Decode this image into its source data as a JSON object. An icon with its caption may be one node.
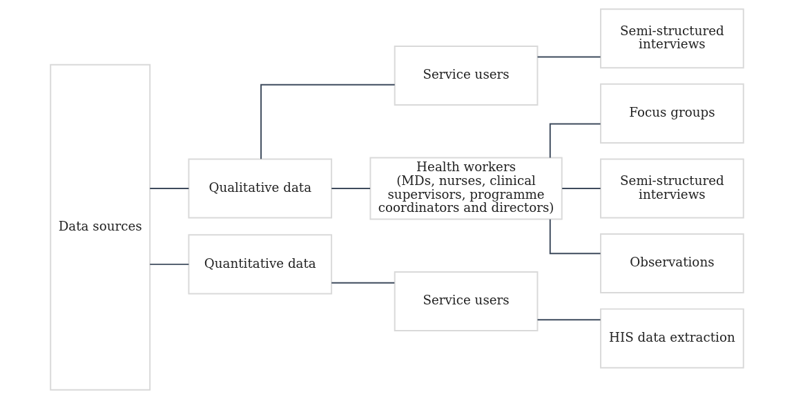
{
  "diagram": {
    "nodes": [
      {
        "text": [
          "Data sources"
        ]
      },
      {
        "text": [
          "Qualitative data"
        ]
      },
      {
        "text": [
          "Quantitative data"
        ]
      },
      {
        "text": [
          "Service users"
        ]
      },
      {
        "text": [
          "Health workers",
          "(MDs, nurses, clinical supervisors, programme coordinators and directors)"
        ]
      },
      {
        "text": [
          "Semi-structured interviews"
        ]
      },
      {
        "text": [
          "Focus groups"
        ]
      },
      {
        "text": [
          "Semi-structured interviews"
        ]
      },
      {
        "text": [
          "Observations"
        ]
      },
      {
        "text": [
          "Service users"
        ]
      },
      {
        "text": [
          "HIS data extraction"
        ]
      }
    ],
    "edges": [
      {
        "from": 0,
        "to": 1,
        "arrow": "none"
      },
      {
        "from": 0,
        "to": 2,
        "arrow": "none"
      },
      {
        "from": 1,
        "to": 3,
        "arrow": "none"
      },
      {
        "from": 1,
        "to": 4,
        "arrow": "none"
      },
      {
        "from": 3,
        "to": 5,
        "arrow": "none"
      },
      {
        "from": 4,
        "to": 6,
        "arrow": "none"
      },
      {
        "from": 4,
        "to": 7,
        "arrow": "none"
      },
      {
        "from": 4,
        "to": 8,
        "arrow": "none"
      },
      {
        "from": 2,
        "to": 9,
        "arrow": "none"
      },
      {
        "from": 9,
        "to": 10,
        "arrow": "none"
      }
    ]
  }
}
